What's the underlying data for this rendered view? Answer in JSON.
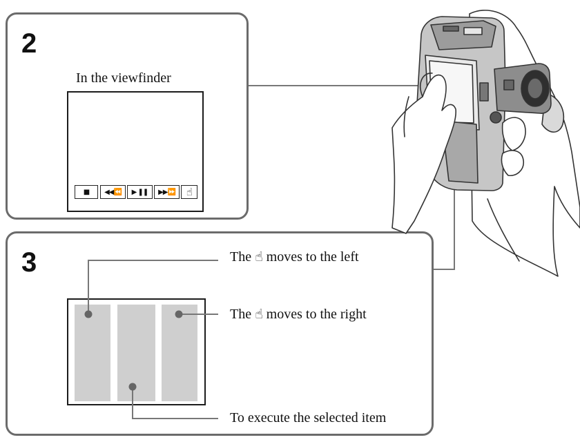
{
  "panel2": {
    "step": "2",
    "viewfinder_label": "In the viewfinder",
    "controls": [
      {
        "icon": "stop-icon",
        "glyph": "■"
      },
      {
        "icon": "rewind-icon",
        "glyph": "◀◀⏪"
      },
      {
        "icon": "play-pause-icon",
        "glyph": "▶ ❚❚"
      },
      {
        "icon": "fast-forward-icon",
        "glyph": "▶▶⏩"
      },
      {
        "icon": "hand-pointer-icon",
        "glyph": "☝"
      }
    ]
  },
  "panel3": {
    "step": "3",
    "callouts": {
      "left": {
        "prefix": "The",
        "hand": "☝",
        "suffix": "moves to the left"
      },
      "right": {
        "prefix": "The",
        "hand": "☝",
        "suffix": "moves to the right"
      },
      "center": {
        "text": "To execute the selected item"
      }
    }
  },
  "colors": {
    "panel_border": "#6b6b6b",
    "column_fill": "#cfcfcf",
    "dot": "#666666"
  }
}
